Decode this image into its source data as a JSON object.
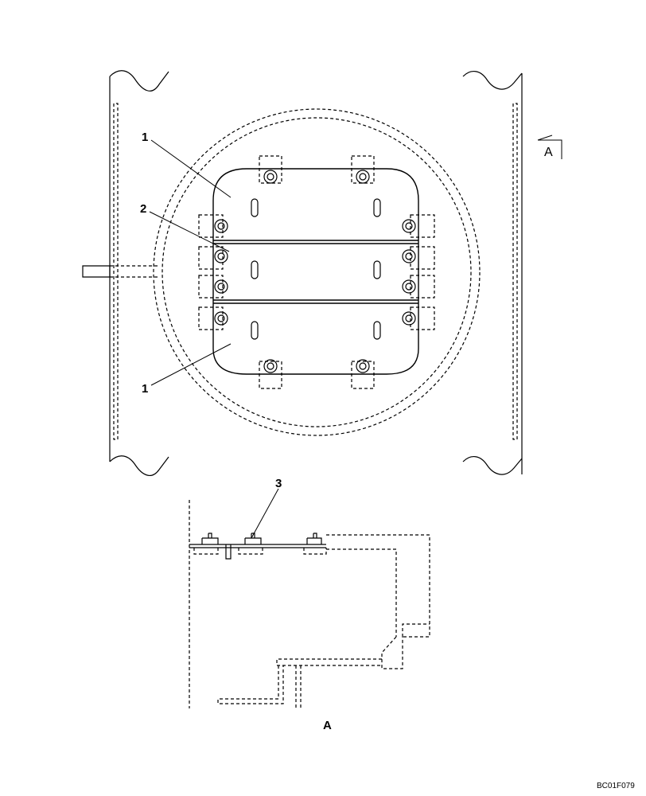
{
  "callouts": {
    "c1_top": "1",
    "c2": "2",
    "c1_bottom": "1",
    "c3": "3"
  },
  "view_arrow_label": "A",
  "section_label": "A",
  "drawing_code": "BC01F079"
}
